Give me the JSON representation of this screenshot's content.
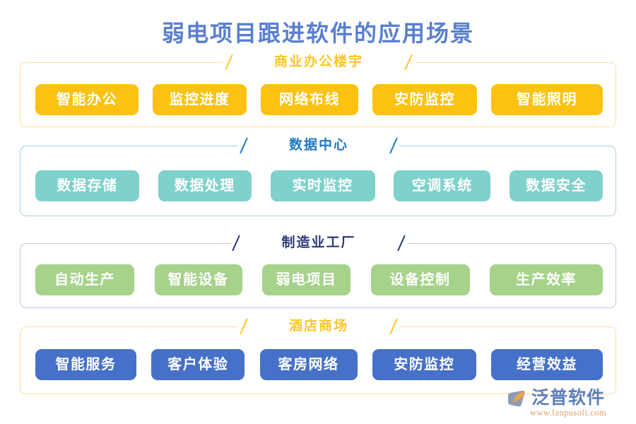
{
  "page": {
    "title": "弱电项目跟进软件的应用场景",
    "title_color": "#5a7fd0",
    "background": "#ffffff"
  },
  "sections": [
    {
      "id": "commercial-office-building",
      "title": "商业办公楼宇",
      "accent": "#fcc627",
      "border_color": "#fbe0a0",
      "pill_color": "#fcc211",
      "items": [
        "智能办公",
        "监控进度",
        "网络布线",
        "安防监控",
        "智能照明"
      ]
    },
    {
      "id": "data-center",
      "title": "数据中心",
      "accent": "#2079c4",
      "border_color": "#a9cfe9",
      "pill_color": "#7fd1cb",
      "items": [
        "数据存储",
        "数据处理",
        "实时监控",
        "空调系统",
        "数据安全"
      ]
    },
    {
      "id": "manufacturing-factory",
      "title": "制造业工厂",
      "accent": "#2b3a78",
      "border_color": "#c3c7e8",
      "pill_color": "#a6d28a",
      "items": [
        "自动生产",
        "智能设备",
        "弱电项目",
        "设备控制",
        "生产效率"
      ]
    },
    {
      "id": "hotel-shopping-mall",
      "title": "酒店商场",
      "accent": "#fcc627",
      "border_color": "#fbe0a0",
      "pill_color": "#4571c9",
      "items": [
        "智能服务",
        "客户体验",
        "客房网络",
        "安防监控",
        "经营效益"
      ]
    }
  ],
  "logo": {
    "name": "泛普软件",
    "url": "www.fanpusoft.com",
    "name_color": "#5d7fbd",
    "url_color": "#e0a06a"
  }
}
